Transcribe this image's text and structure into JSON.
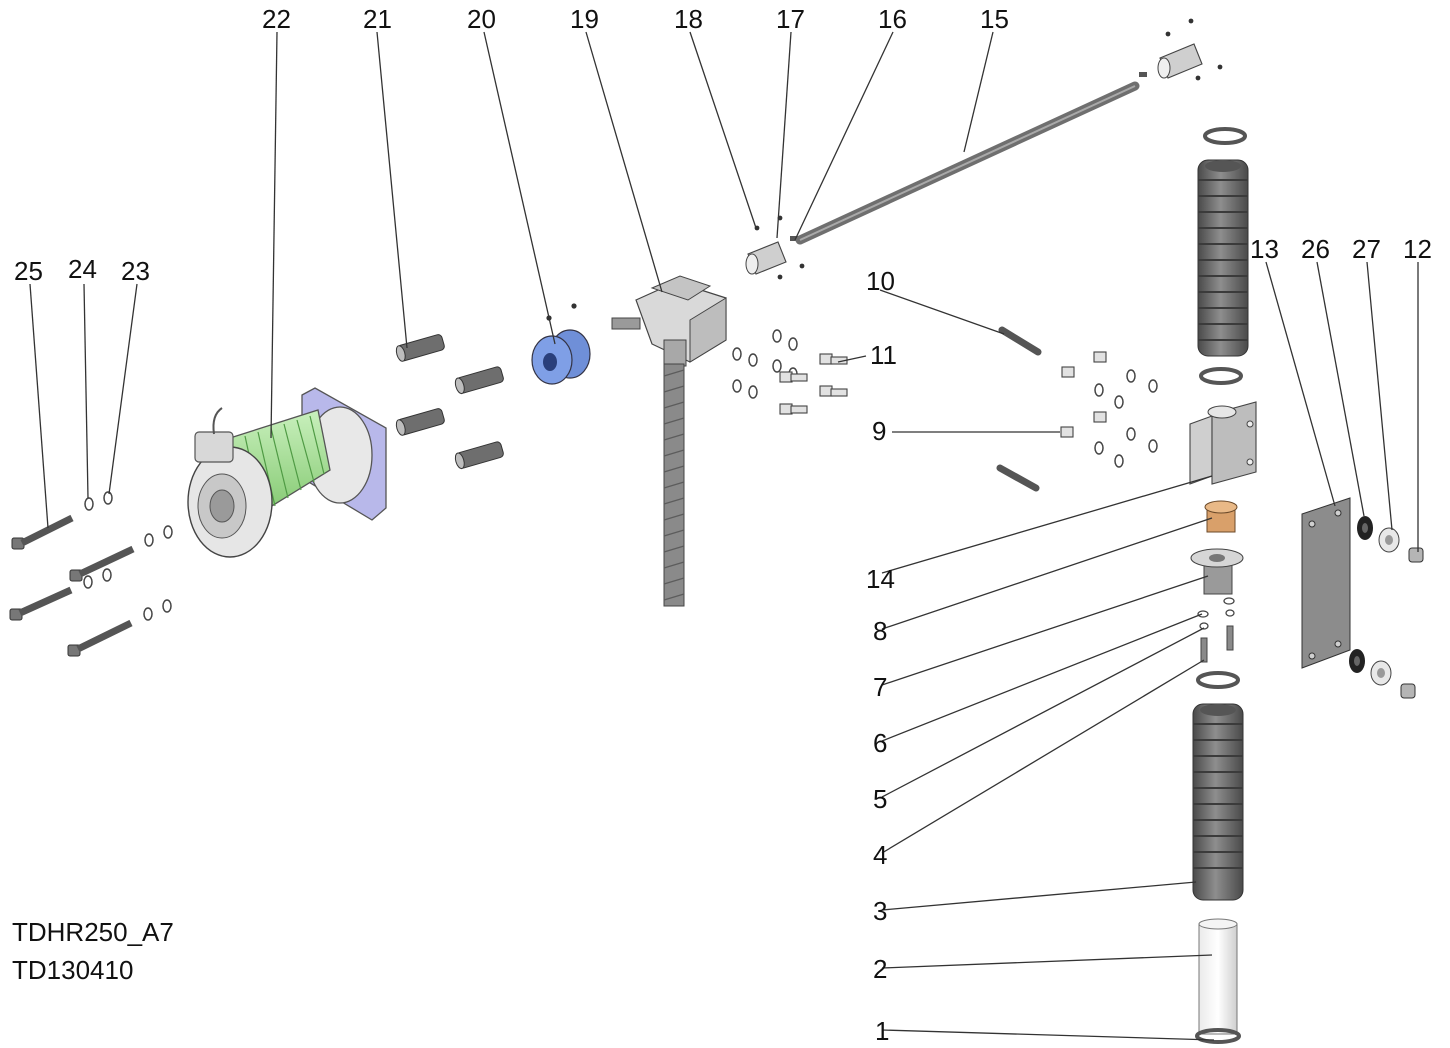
{
  "document": {
    "model_code": "TDHR250_A7",
    "drawing_number": "TD130410"
  },
  "callouts": {
    "c1": "1",
    "c2": "2",
    "c3": "3",
    "c4": "4",
    "c5": "5",
    "c6": "6",
    "c7": "7",
    "c8": "8",
    "c9": "9",
    "c10": "10",
    "c11": "11",
    "c12": "12",
    "c13": "13",
    "c14": "14",
    "c15": "15",
    "c16": "16",
    "c17": "17",
    "c18": "18",
    "c19": "19",
    "c20": "20",
    "c21": "21",
    "c22": "22",
    "c23": "23",
    "c24": "24",
    "c25": "25",
    "c26": "26",
    "c27": "27"
  },
  "colors": {
    "part_grey": "#8c8c8c",
    "part_light": "#dcdcdc",
    "motor_green": "#9fdc8f",
    "flange_blue": "#b8b8ea",
    "pulley_blue": "#7f9fe6",
    "bronze": "#d9a06a"
  }
}
